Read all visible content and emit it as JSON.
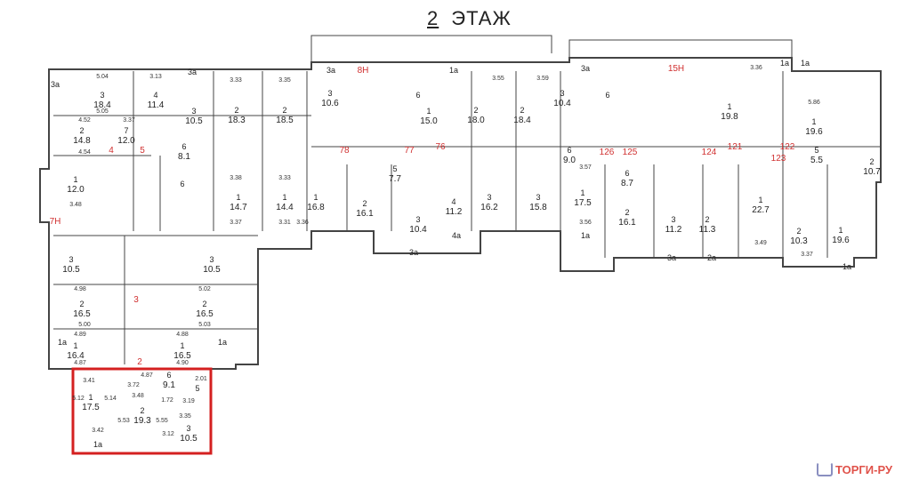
{
  "title": {
    "floor_number": "2",
    "floor_label": "ЭТАЖ"
  },
  "rooms": [
    {
      "n": "3",
      "a": "18.4"
    },
    {
      "n": "4",
      "a": "11.4"
    },
    {
      "n": "3",
      "a": "10.5"
    },
    {
      "n": "2",
      "a": "18.3"
    },
    {
      "n": "2",
      "a": "18.5"
    },
    {
      "n": "2",
      "a": "14.8"
    },
    {
      "n": "7",
      "a": "12.0"
    },
    {
      "n": "1",
      "a": "12.0"
    },
    {
      "n": "6",
      "a": "8.1"
    },
    {
      "n": "1",
      "a": "14.7"
    },
    {
      "n": "1",
      "a": "14.4"
    },
    {
      "n": "3",
      "a": "10.5"
    },
    {
      "n": "3",
      "a": "10.5"
    },
    {
      "n": "2",
      "a": "16.5"
    },
    {
      "n": "2",
      "a": "16.5"
    },
    {
      "n": "1",
      "a": "16.4"
    },
    {
      "n": "1",
      "a": "16.5"
    },
    {
      "n": "3",
      "a": "10.6"
    },
    {
      "n": "1",
      "a": "15.0"
    },
    {
      "n": "2",
      "a": "18.0"
    },
    {
      "n": "2",
      "a": "18.4"
    },
    {
      "n": "3",
      "a": "10.4"
    },
    {
      "n": "1",
      "a": "19.8"
    },
    {
      "n": "1",
      "a": "19.6"
    },
    {
      "n": "1",
      "a": "16.8"
    },
    {
      "n": "2",
      "a": "16.1"
    },
    {
      "n": "3",
      "a": "10.4"
    },
    {
      "n": "4",
      "a": "11.2"
    },
    {
      "n": "3",
      "a": "16.2"
    },
    {
      "n": "3",
      "a": "15.8"
    },
    {
      "n": "1",
      "a": "17.5"
    },
    {
      "n": "2",
      "a": "16.1"
    },
    {
      "n": "3",
      "a": "11.2"
    },
    {
      "n": "2",
      "a": "11.3"
    },
    {
      "n": "1",
      "a": "22.7"
    },
    {
      "n": "2",
      "a": "10.3"
    },
    {
      "n": "1",
      "a": "19.6"
    },
    {
      "n": "2",
      "a": "10.7"
    },
    {
      "n": "5",
      "a": "7.7"
    },
    {
      "n": "6",
      "a": "8.7"
    },
    {
      "n": "6",
      "a": "9.0"
    },
    {
      "n": "5",
      "a": "5.5"
    },
    {
      "n": "6",
      "a": ""
    },
    {
      "n": "6",
      "a": ""
    },
    {
      "n": "6",
      "a": ""
    }
  ],
  "highlighted_apartment": {
    "color": "#d42020",
    "rooms": [
      {
        "n": "1",
        "a": "17.5"
      },
      {
        "n": "2",
        "a": "19.3"
      },
      {
        "n": "3",
        "a": "10.5"
      },
      {
        "n": "6",
        "a": "9.1"
      },
      {
        "n": "5",
        "a": ""
      }
    ],
    "dims": [
      "3.41",
      "5.12",
      "5.14",
      "3.42",
      "3.48",
      "5.53",
      "5.55",
      "3.72",
      "4.87",
      "3.35",
      "3.12",
      "1.72",
      "3.19",
      "2.01"
    ],
    "balcony": "1a"
  },
  "red_markers": [
    "4",
    "5",
    "2",
    "3",
    "78",
    "77",
    "76",
    "126",
    "125",
    "124",
    "121",
    "122",
    "123",
    "7Н",
    "8Н",
    "15Н"
  ],
  "balconies": [
    "3a",
    "3a",
    "3a",
    "1a",
    "3a",
    "1a",
    "1a",
    "1a",
    "4a",
    "3a",
    "1a",
    "3a",
    "2a",
    "1a",
    "1a"
  ],
  "dims": [
    "5.04",
    "3.13",
    "3.33",
    "3.35",
    "5.05",
    "4.52",
    "3.37",
    "4.54",
    "3.48",
    "3.38",
    "3.33",
    "3.37",
    "3.31",
    "3.36",
    "4.98",
    "5.00",
    "5.02",
    "5.03",
    "4.89",
    "4.88",
    "4.87",
    "4.90",
    "3.55",
    "3.59",
    "5.86",
    "3.36",
    "3.57",
    "3.56",
    "3.49",
    "3.37"
  ],
  "logo": "ТОРГИ-РУ"
}
